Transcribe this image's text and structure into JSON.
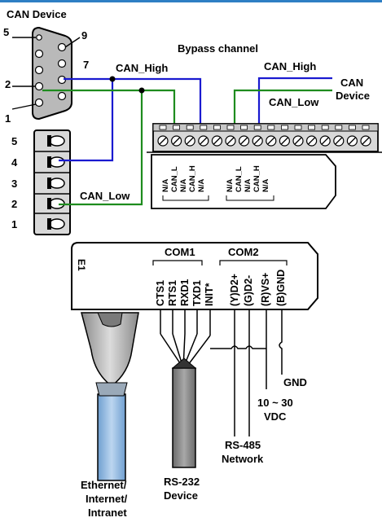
{
  "colors": {
    "can_high": "#1a1ad0",
    "can_low": "#1e8c1e",
    "wire": "#000000",
    "connector_body": "#b9b9b9",
    "terminal_body": "#d8d8d8",
    "top_accent": "#2e7fc4"
  },
  "can_device": {
    "title": "CAN Device",
    "db9_pins": {
      "p5": "5",
      "p9": "9",
      "p7": "7",
      "p2": "2",
      "p1": "1"
    },
    "terminal_pins": [
      "5",
      "4",
      "3",
      "2",
      "1"
    ],
    "can_high_label": "CAN_High",
    "can_low_label": "CAN_Low"
  },
  "bypass": {
    "title": "Bypass channel",
    "can_high_label": "CAN_High",
    "can_low_label": "CAN_Low",
    "device_label_line1": "CAN",
    "device_label_line2": "Device",
    "group1_labels": [
      "N/A",
      "CAN_L",
      "N/A",
      "CAN_H",
      "N/A"
    ],
    "group2_labels": [
      "N/A",
      "CAN_L",
      "N/A",
      "CAN_H",
      "N/A"
    ]
  },
  "module": {
    "logo": "E1",
    "com1_label": "COM1",
    "com2_label": "COM2",
    "pins": [
      "CTS1",
      "RTS1",
      "RXD1",
      "TXD1",
      "INIT*",
      "(Y)D2+",
      "(G)D2-",
      "(R)VS+",
      "(B)GND"
    ]
  },
  "outputs": {
    "ethernet": [
      "Ethernet/",
      "Internet/",
      "Intranet"
    ],
    "rs232": [
      "RS-232",
      "Device"
    ],
    "rs485": [
      "RS-485",
      "Network"
    ],
    "power": [
      "10 ~ 30",
      "VDC"
    ],
    "gnd": "GND"
  }
}
